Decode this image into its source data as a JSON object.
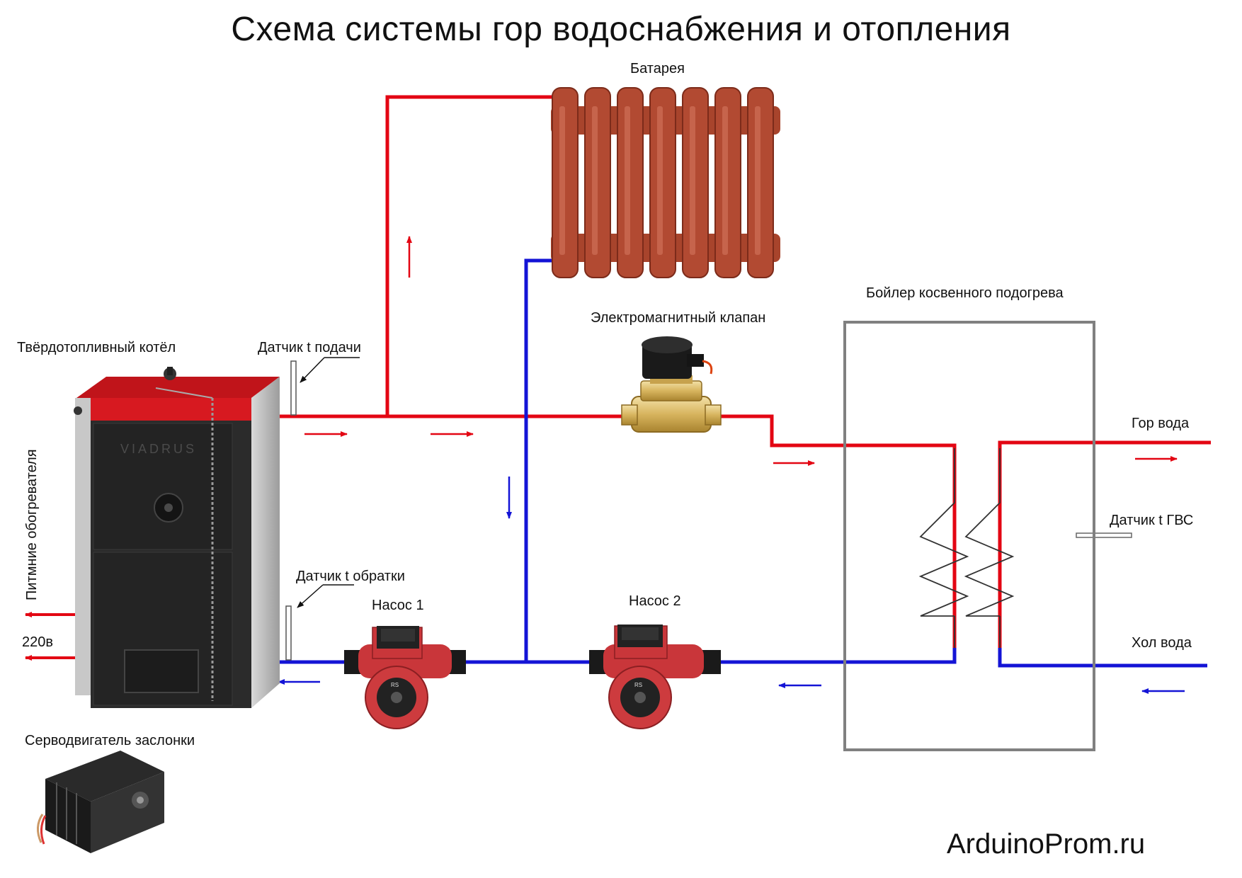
{
  "title": "Схема системы гор водоснабжения и отопления",
  "labels": {
    "battery": "Батарея",
    "boiler_indirect": "Бойлер косвенного подогрева",
    "solenoid_valve": "Электромагнитный клапан",
    "solid_fuel_boiler": "Твёрдотопливный котёл",
    "supply_sensor": "Датчик t подачи",
    "return_sensor": "Датчик t обратки",
    "pump1": "Насос 1",
    "pump2": "Насос 2",
    "hot_water": "Гор вода",
    "cold_water": "Хол вода",
    "dhw_sensor": "Датчик t ГВС",
    "heater_power": "Питмние обогревателя",
    "voltage": "220в",
    "damper_servo": "Серводвигатель заслонки",
    "boiler_brand": "VIADRUS"
  },
  "watermark": "ArduinoProm.ru",
  "colors": {
    "hot_pipe": "#e30613",
    "cold_pipe": "#1414d6",
    "radiator": "#b24a32",
    "boiler_red": "#d71920",
    "boiler_body": "#2b2b2b",
    "boiler_side": "#bdbdbd",
    "tank_outline": "#808080",
    "pump_red": "#c9363a"
  },
  "icons": [
    "radiator-icon",
    "solenoid-valve-icon",
    "solid-fuel-boiler-icon",
    "circulation-pump-icon",
    "servo-motor-icon",
    "coil-icon"
  ]
}
